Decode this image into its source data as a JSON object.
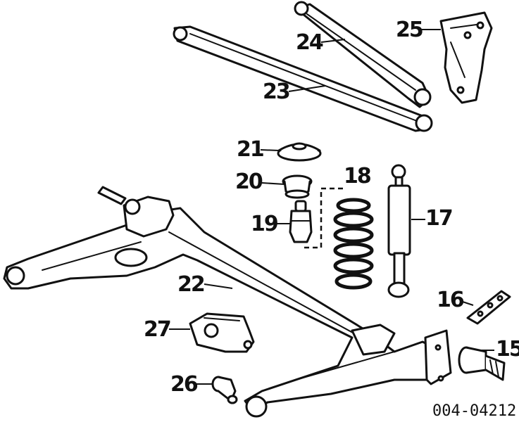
{
  "diagram": {
    "drawing_code": "004-04212",
    "callouts": {
      "c15": "15",
      "c16": "16",
      "c17": "17",
      "c18": "18",
      "c19": "19",
      "c20": "20",
      "c21": "21",
      "c22": "22",
      "c23": "23",
      "c24": "24",
      "c25": "25",
      "c26": "26",
      "c27": "27"
    }
  }
}
